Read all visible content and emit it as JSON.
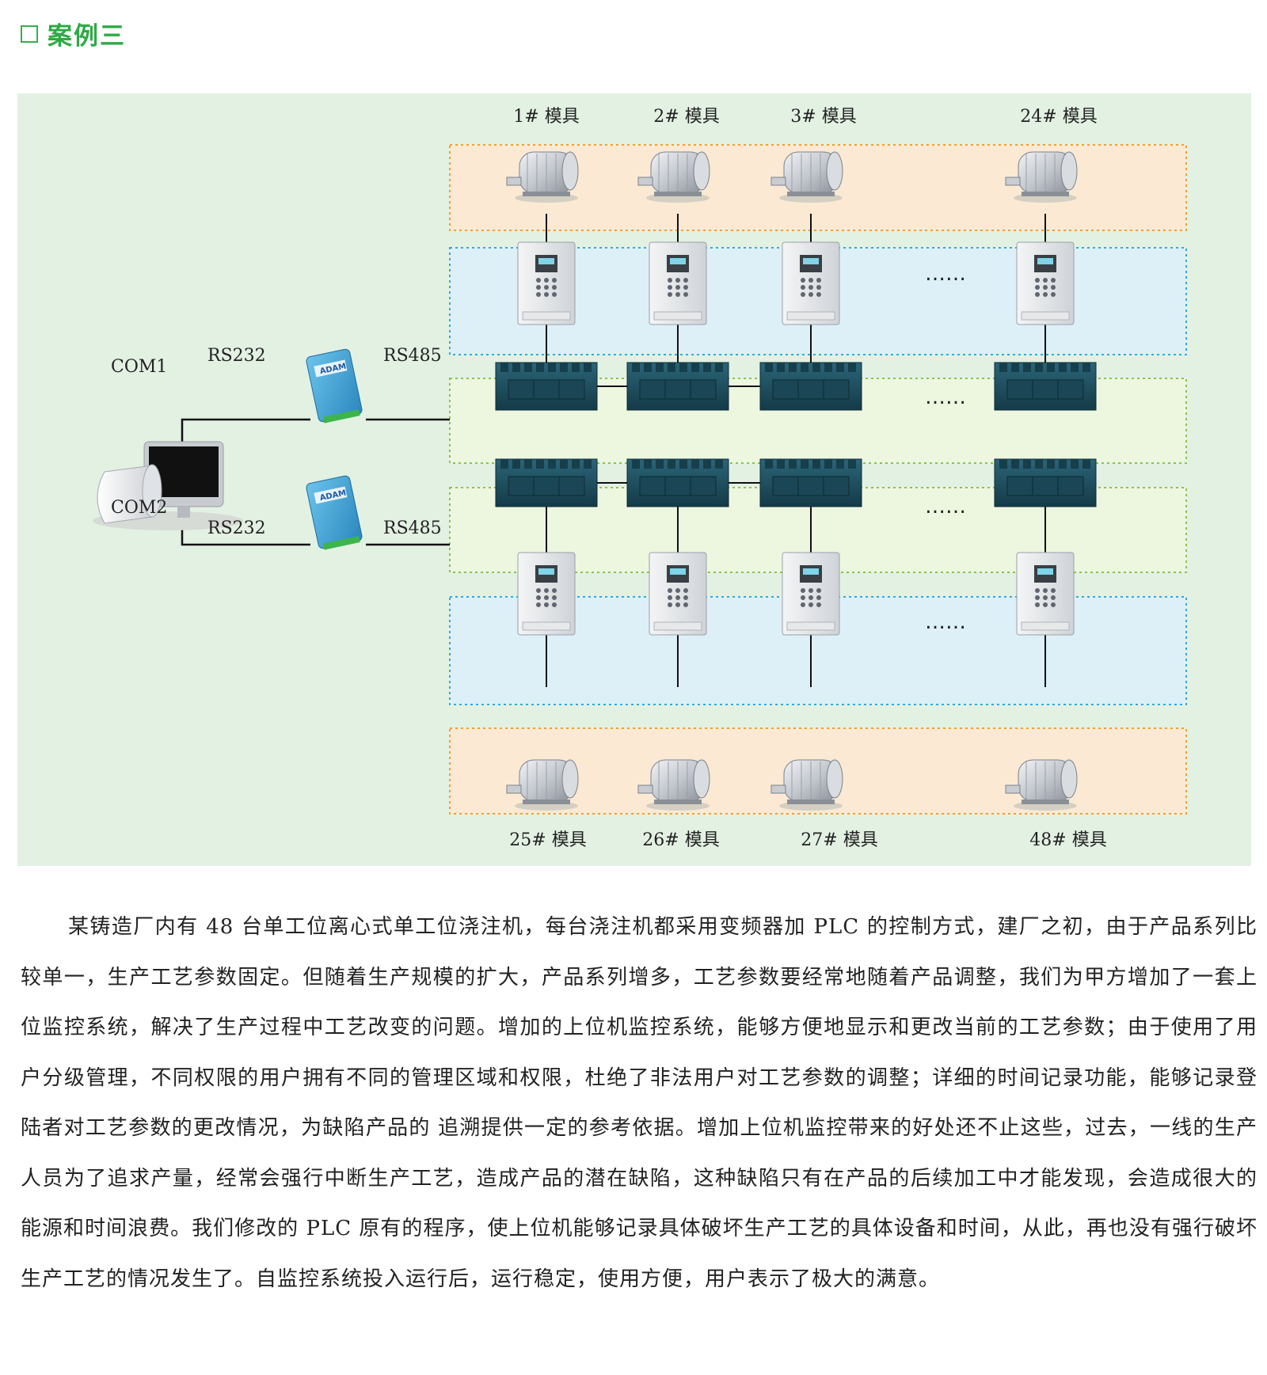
{
  "heading": {
    "title": "案例三"
  },
  "diagram": {
    "colors": {
      "background": "#e3f1e3",
      "motor_band": "#fbe9d3",
      "motor_border": "#f0a030",
      "drive_band": "#ddf0f8",
      "drive_border": "#31a9de",
      "plc_band": "#edf7e0",
      "plc_border": "#8bc34a",
      "plc": "#1f4c5c",
      "adam": "#3aa0d4"
    },
    "computer": {
      "com1": "COM1",
      "com2": "COM2",
      "rs232_top": "RS232",
      "rs232_bottom": "RS232",
      "rs485_top": "RS485",
      "rs485_bottom": "RS485",
      "adam_label": "ADAM"
    },
    "top_labels": [
      "1# 模具",
      "2# 模具",
      "3# 模具",
      "24# 模具"
    ],
    "bottom_labels": [
      "25# 模具",
      "26# 模具",
      "27# 模具",
      "48# 模具"
    ],
    "ellipsis": "……"
  },
  "paragraph": "某铸造厂内有 48 台单工位离心式单工位浇注机，每台浇注机都采用变频器加 PLC 的控制方式，建厂之初，由于产品系列比较单一，生产工艺参数固定。但随着生产规模的扩大，产品系列增多，工艺参数要经常地随着产品调整，我们为甲方增加了一套上位监控系统，解决了生产过程中工艺改变的问题。增加的上位机监控系统，能够方便地显示和更改当前的工艺参数；由于使用了用户分级管理，不同权限的用户拥有不同的管理区域和权限，杜绝了非法用户对工艺参数的调整；详细的时间记录功能，能够记录登陆者对工艺参数的更改情况，为缺陷产品的 追溯提供一定的参考依据。增加上位机监控带来的好处还不止这些，过去，一线的生产人员为了追求产量，经常会强行中断生产工艺，造成产品的潜在缺陷，这种缺陷只有在产品的后续加工中才能发现，会造成很大的能源和时间浪费。我们修改的 PLC 原有的程序，使上位机能够记录具体破坏生产工艺的具体设备和时间，从此，再也没有强行破坏生产工艺的情况发生了。自监控系统投入运行后，运行稳定，使用方便，用户表示了极大的满意。"
}
